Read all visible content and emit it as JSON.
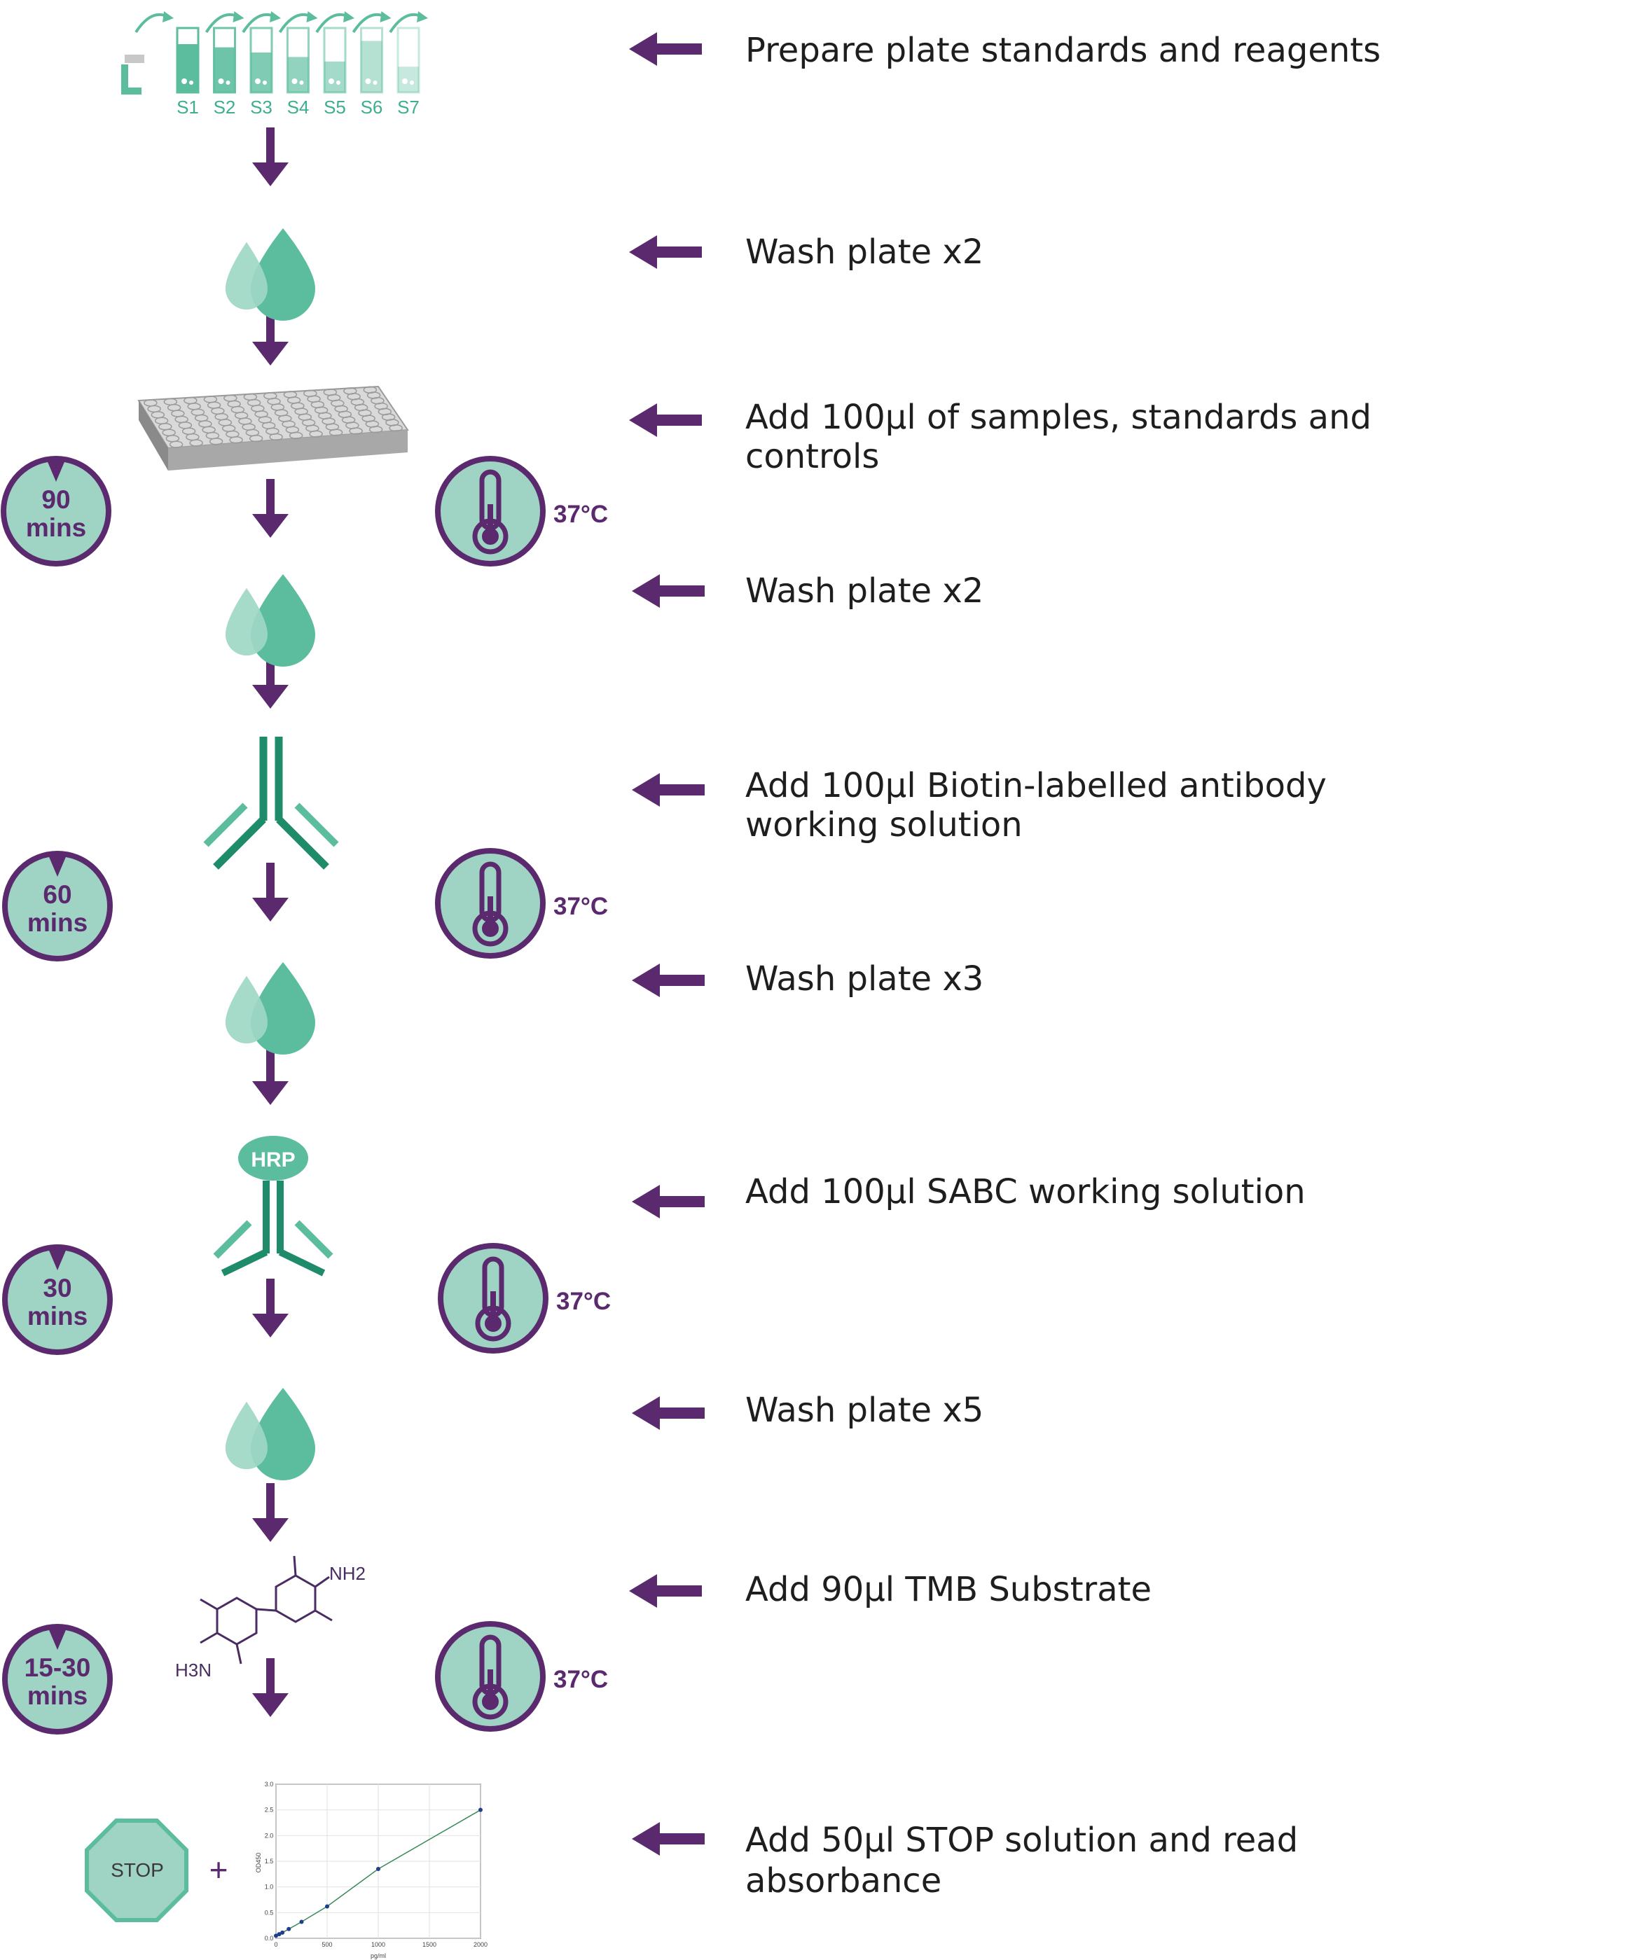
{
  "steps": [
    {
      "line1": "Prepare plate standards and reagents",
      "line2": ""
    },
    {
      "line1": "Wash plate x2",
      "line2": ""
    },
    {
      "line1": "Add 100µl of samples, standards and",
      "line2": "controls"
    },
    {
      "line1": "Wash plate x2",
      "line2": ""
    },
    {
      "line1": "Add 100µl Biotin-labelled antibody",
      "line2": "working solution"
    },
    {
      "line1": "Wash plate x3",
      "line2": ""
    },
    {
      "line1": "Add 100µl SABC working solution",
      "line2": ""
    },
    {
      "line1": "Wash plate x5",
      "line2": ""
    },
    {
      "line1": "Add 90µl TMB Substrate",
      "line2": ""
    },
    {
      "line1": "Add 50µl STOP solution and read",
      "line2": "absorbance"
    }
  ],
  "timers": [
    {
      "value": "90",
      "unit": "mins"
    },
    {
      "value": "60",
      "unit": "mins"
    },
    {
      "value": "30",
      "unit": "mins"
    },
    {
      "value": "15-30",
      "unit": "mins"
    }
  ],
  "temperatures": [
    "37°C",
    "37°C",
    "37°C",
    "37°C"
  ],
  "tubes": [
    "S1",
    "S2",
    "S3",
    "S4",
    "S5",
    "S6",
    "S7"
  ],
  "tube_fill_levels": [
    0.75,
    0.7,
    0.62,
    0.55,
    0.48,
    0.8,
    0.4
  ],
  "hrp_label": "HRP",
  "stop_label": "STOP",
  "plus_sign": "+",
  "tmb_labels": {
    "nh2": "NH2",
    "h3n": "H3N"
  },
  "standard_curve": {
    "type": "line",
    "ylabel": "OD450",
    "xlabel": "pg/ml",
    "x_ticks": [
      "0",
      "500",
      "1000",
      "1500",
      "2000"
    ],
    "y_ticks": [
      "0.0",
      "0.5",
      "1.0",
      "1.5",
      "2.0",
      "2.5",
      "3.0"
    ],
    "xlim": [
      0,
      2000
    ],
    "ylim": [
      0,
      3.0
    ],
    "x": [
      0,
      31.25,
      62.5,
      125,
      250,
      500,
      1000,
      2000
    ],
    "y": [
      0.05,
      0.08,
      0.11,
      0.18,
      0.32,
      0.62,
      1.35,
      2.5
    ]
  },
  "colors": {
    "arrow": "#5b2a6e",
    "teal_light": "#9fd3c3",
    "teal_mid": "#5bbd9e",
    "teal_dark": "#1e8c6a",
    "text": "#1e1e1e"
  }
}
